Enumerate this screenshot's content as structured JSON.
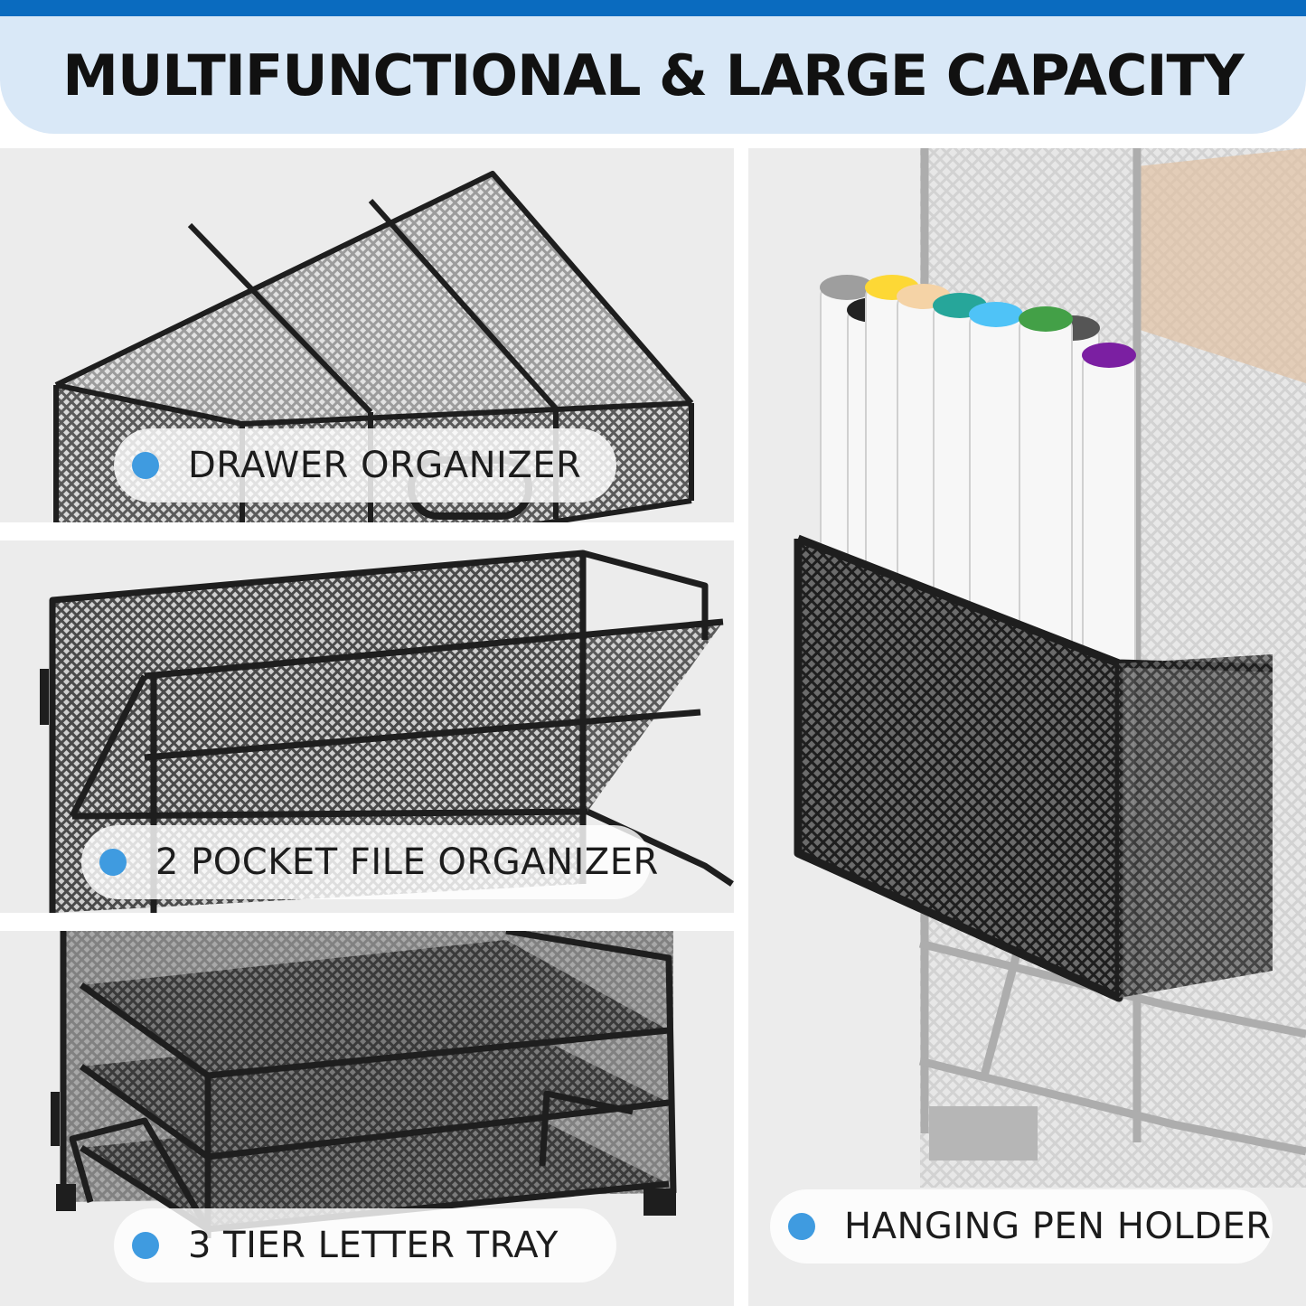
{
  "title": "MULTIFUNCTIONAL & LARGE CAPACITY",
  "colors": {
    "top_bar": "#0a6bbf",
    "banner": "#d9e8f7",
    "panel_bg": "#ececec",
    "dot": "#3f9be0",
    "metal": "#1e1e1e"
  },
  "panels": [
    {
      "label": "DRAWER ORGANIZER",
      "icon": "drawer-organizer-illustration"
    },
    {
      "label": "2 POCKET FILE ORGANIZER",
      "icon": "file-organizer-illustration"
    },
    {
      "label": "3 TIER LETTER TRAY",
      "icon": "letter-tray-illustration"
    },
    {
      "label": "HANGING PEN HOLDER",
      "icon": "pen-holder-illustration"
    }
  ],
  "marker_cap_colors": [
    "#9e9e9e",
    "#222222",
    "#e0197d",
    "#8bc34a",
    "#ff9800",
    "#e53935",
    "#555555",
    "#7b1fa2",
    "#fdd835",
    "#f5d3a6",
    "#26a69a",
    "#4fc3f7",
    "#43a047"
  ]
}
